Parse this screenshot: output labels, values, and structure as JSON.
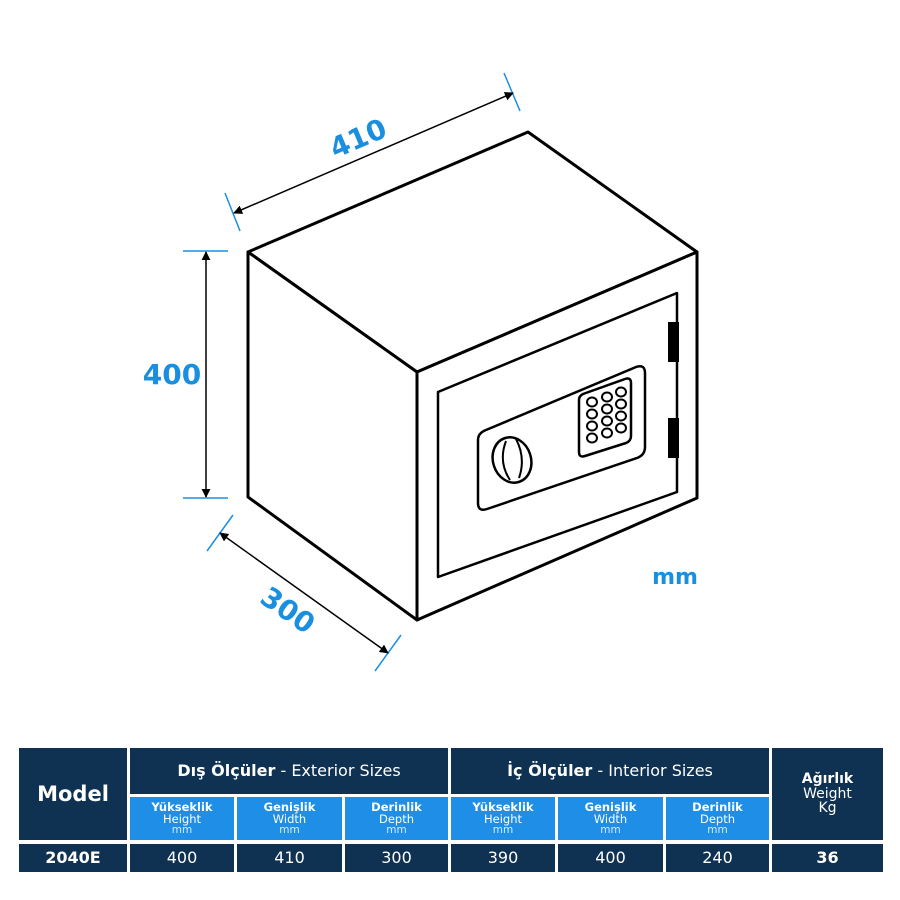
{
  "drawing": {
    "subject": "safe-diagram",
    "dimensions": {
      "width_label": "410",
      "height_label": "400",
      "depth_label": "300",
      "unit": "mm"
    },
    "colors": {
      "dimension_blue": "#1a8fe0",
      "outline": "#000000"
    }
  },
  "table": {
    "model_header": "Model",
    "exterior": {
      "title_tr": "Dış Ölçüler",
      "title_sep": " - ",
      "title_en": "Exterior Sizes",
      "columns": [
        {
          "tr": "Yükseklik",
          "en": "Height",
          "unit": "mm"
        },
        {
          "tr": "Genişlik",
          "en": "Width",
          "unit": "mm"
        },
        {
          "tr": "Derinlik",
          "en": "Depth",
          "unit": "mm"
        }
      ]
    },
    "interior": {
      "title_tr": "İç Ölçüler",
      "title_sep": " - ",
      "title_en": "Interior Sizes",
      "columns": [
        {
          "tr": "Yükseklik",
          "en": "Height",
          "unit": "mm"
        },
        {
          "tr": "Genişlik",
          "en": "Width",
          "unit": "mm"
        },
        {
          "tr": "Derinlik",
          "en": "Depth",
          "unit": "mm"
        }
      ]
    },
    "weight": {
      "tr": "Ağırlık",
      "en": "Weight",
      "unit": "Kg"
    },
    "rows": [
      {
        "model": "2040E",
        "exterior": [
          "400",
          "410",
          "300"
        ],
        "interior": [
          "390",
          "400",
          "240"
        ],
        "weight": "36"
      }
    ],
    "colors": {
      "dark": "#0f3152",
      "blue": "#1e8ee6",
      "text": "#ffffff"
    }
  }
}
